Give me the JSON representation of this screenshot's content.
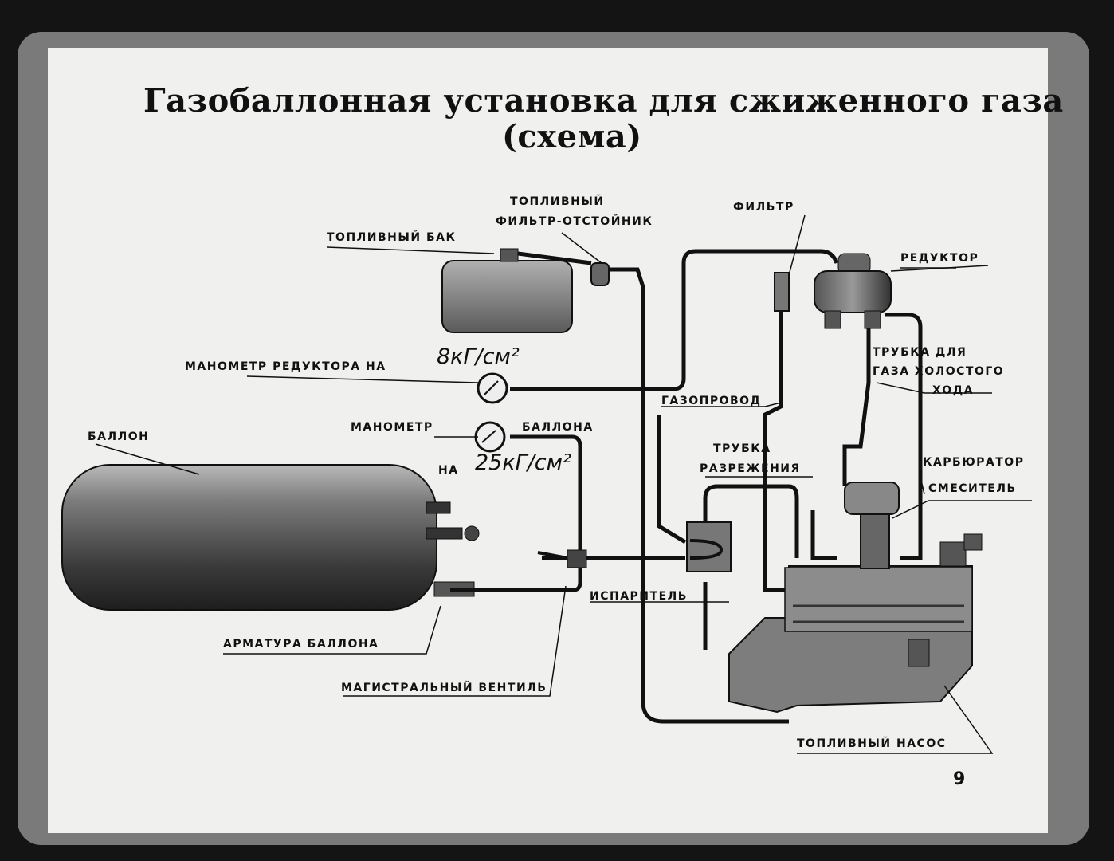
{
  "title": {
    "line1": "Газобаллонная установка для сжиженного газа",
    "line2": "(схема)"
  },
  "labels": {
    "fuel_filter_line1": "ТОПЛИВНЫЙ",
    "fuel_filter_line2": "ФИЛЬТР-ОТСТОЙНИК",
    "fuel_tank": "ТОПЛИВНЫЙ БАК",
    "filter": "ФИЛЬТР",
    "reducer": "РЕДУКТОР",
    "reducer_gauge": "МАНОМЕТР РЕДУКТОРА НА",
    "reducer_gauge_value": "8кГ/см²",
    "gas_line": "ГАЗОПРОВОД",
    "idle_tube_line1": "ТРУБКА ДЛЯ",
    "idle_tube_line2": "ГАЗА ХОЛОСТОГО",
    "idle_tube_line3": "ХОДА",
    "cylinder": "БАЛЛОН",
    "cylinder_gauge_left": "МАНОМЕТР",
    "cylinder_gauge_right": "БАЛЛОНА",
    "cylinder_gauge_prefix": "НА",
    "cylinder_gauge_value": "25кГ/см²",
    "vacuum_tube_line1": "ТРУБКА",
    "vacuum_tube_line2": "РАЗРЕЖЕНИЯ",
    "carburetor": "КАРБЮРАТОР",
    "mixer": "СМЕСИТЕЛЬ",
    "evaporator": "ИСПАРИТЕЛЬ",
    "cylinder_fittings": "АРМАТУРА БАЛЛОНА",
    "main_valve": "МАГИСТРАЛЬНЫЙ ВЕНТИЛЬ",
    "fuel_pump": "ТОПЛИВНЫЙ НАСОС"
  },
  "page_number": "9"
}
